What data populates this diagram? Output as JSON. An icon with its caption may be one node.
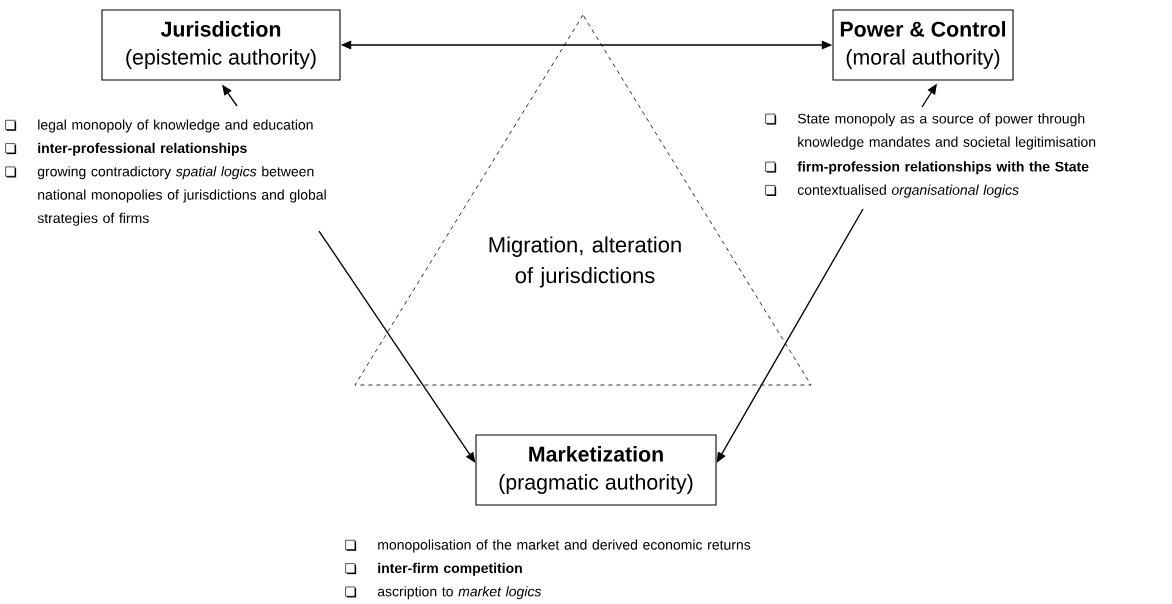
{
  "diagram": {
    "nodes": [
      {
        "text": [
          "Jurisdiction",
          "(epistemic authority)"
        ]
      },
      {
        "text": [
          "Power & Control",
          "(moral authority)"
        ]
      },
      {
        "text": [
          "Marketization",
          "(pragmatic authority)"
        ]
      },
      {
        "text": [
          "Migration, alteration of jurisdictions"
        ]
      },
      {
        "text": [
          "legal monopoly of knowledge and education",
          "**inter-professional relationships**",
          "growing contradictory *spatial logics* between national monopolies of jurisdictions and global strategies of firms"
        ]
      },
      {
        "text": [
          "State monopoly as a source of power through knowledge mandates and societal legitimisation",
          "**firm-profession relationships with the State**",
          "contextualised *organisational logics*"
        ]
      }
    ],
    "edges": [
      {
        "from": 0,
        "to": 1,
        "arrow": "both"
      },
      {
        "from": 4,
        "to": 0,
        "arrow": "to"
      },
      {
        "from": 5,
        "to": 1,
        "arrow": "to"
      },
      {
        "from": 4,
        "to": 2,
        "arrow": "to"
      },
      {
        "from": 5,
        "to": 2,
        "arrow": "to"
      }
    ],
    "labels": [
      "monopolisation of the market and derived economic returns",
      "**inter-firm competition**",
      "ascription to *market logics*"
    ]
  }
}
